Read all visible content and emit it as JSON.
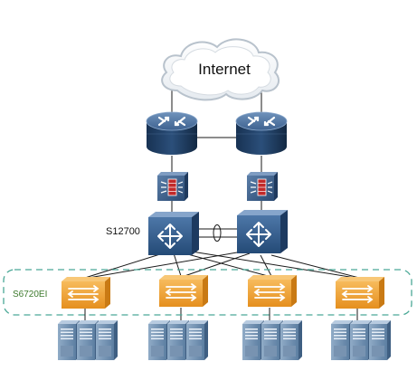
{
  "cloud": {
    "label": "Internet"
  },
  "core_switch": {
    "label": "S12700"
  },
  "access_layer": {
    "label": "S6720EI"
  },
  "colors": {
    "link": "#1a1a1a",
    "router_top": "#4d6f98",
    "router_body": "#1e3a5f",
    "firewall": "#3a5a82",
    "core_switch": "#2f5580",
    "access_switch": "#f1a33a",
    "access_switch_dark": "#c97a14",
    "server": "#6e8fb0",
    "dashed_box": "#4aa896",
    "access_label": "#3d7a2c"
  }
}
